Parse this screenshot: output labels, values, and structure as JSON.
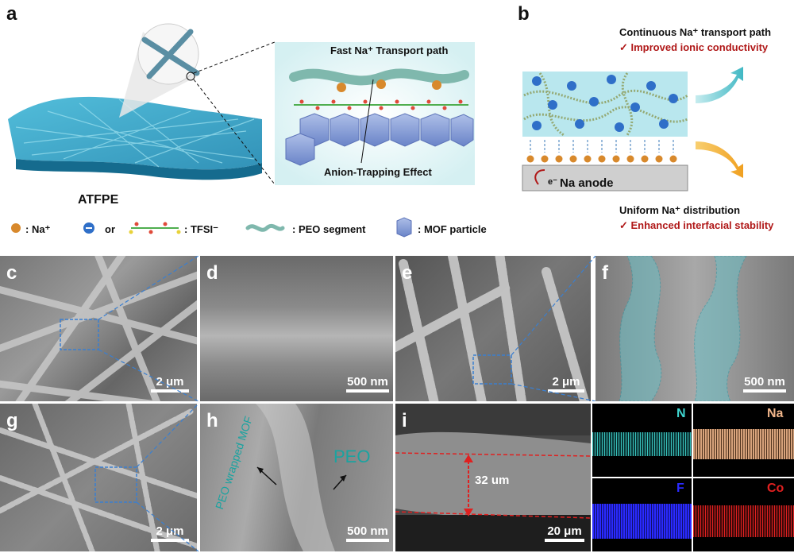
{
  "panels": {
    "a": "a",
    "b": "b",
    "c": "c",
    "d": "d",
    "e": "e",
    "f": "f",
    "g": "g",
    "h": "h",
    "i": "i"
  },
  "schematic_a": {
    "fast_transport": "Fast Na⁺ Transport path",
    "anion_trapping": "Anion-Trapping Effect",
    "atfpe": "ATFPE"
  },
  "legend": {
    "na": ": Na⁺",
    "or": "or",
    "tfsi": ": TFSI⁻",
    "peo_segment": ": PEO segment",
    "mof_particle": ": MOF particle"
  },
  "schematic_b": {
    "continuous_path": "Continuous Na⁺ transport path",
    "improved_conductivity": "✓ Improved ionic conductivity",
    "na_anode": "Na anode",
    "electron": "e⁻",
    "uniform_distribution": "Uniform Na⁺ distribution",
    "enhanced_stability": "✓ Enhanced interfacial stability"
  },
  "scale_bars": {
    "c": "2 μm",
    "d": "500 nm",
    "e": "2 μm",
    "f": "500 nm",
    "g": "2 μm",
    "h": "500 nm",
    "i": "20 μm"
  },
  "panel_h": {
    "peo_wrapped_mof": "PEO wrapped MOF",
    "peo": "PEO"
  },
  "panel_i": {
    "thickness": "32 um"
  },
  "eds": {
    "n": "N",
    "na": "Na",
    "f": "F",
    "co": "Co"
  },
  "colors": {
    "accent_red": "#b01818",
    "peo_teal": "#7fb8ad",
    "mof_blue": "#8fa6d8",
    "na_orange": "#d8892c",
    "eds_n": "#3fd6d0",
    "eds_na": "#f0b58a",
    "eds_f": "#2a2aff",
    "eds_co": "#e02020"
  }
}
